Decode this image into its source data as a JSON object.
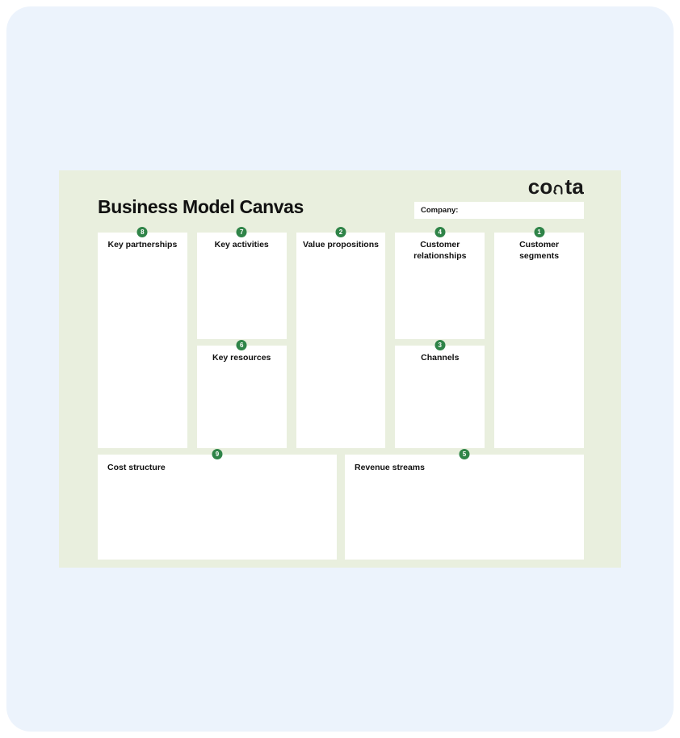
{
  "colors": {
    "page_background": "#ffffff",
    "surface_blue": "#ecf3fc",
    "canvas_green": "#e9efde",
    "box_white": "#ffffff",
    "badge_green": "#2f8448",
    "text": "#141414"
  },
  "header": {
    "title": "Business Model Canvas",
    "logo": {
      "full": "conta",
      "prefix": "co",
      "suffix": "ta"
    },
    "company": {
      "label": "Company:",
      "value": "",
      "placeholder": ""
    }
  },
  "sections": [
    {
      "number": "8",
      "label": "Key partnerships"
    },
    {
      "number": "7",
      "label": "Key activities"
    },
    {
      "number": "6",
      "label": "Key resources"
    },
    {
      "number": "2",
      "label": "Value propositions"
    },
    {
      "number": "4",
      "label": "Customer relationships"
    },
    {
      "number": "3",
      "label": "Channels"
    },
    {
      "number": "1",
      "label": "Customer segments"
    },
    {
      "number": "9",
      "label": "Cost structure"
    },
    {
      "number": "5",
      "label": "Revenue streams"
    }
  ]
}
